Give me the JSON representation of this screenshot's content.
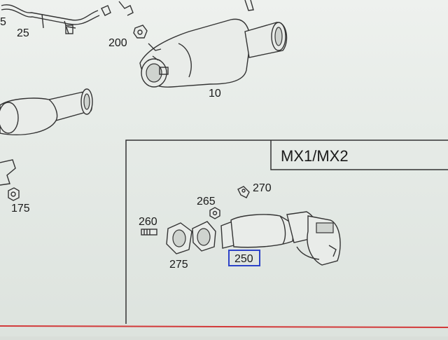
{
  "variant_box": {
    "label": "MX1/MX2"
  },
  "callouts": [
    {
      "id": "c25",
      "text": "25"
    },
    {
      "id": "c200",
      "text": "200"
    },
    {
      "id": "c10",
      "text": "10"
    },
    {
      "id": "c175",
      "text": "175"
    },
    {
      "id": "c270",
      "text": "270"
    },
    {
      "id": "c265",
      "text": "265"
    },
    {
      "id": "c260",
      "text": "260"
    },
    {
      "id": "c275",
      "text": "275"
    },
    {
      "id": "c250",
      "text": "250",
      "highlighted": true
    }
  ],
  "colors": {
    "highlight": "#2d43c8",
    "footer_line": "#d23a3a"
  }
}
